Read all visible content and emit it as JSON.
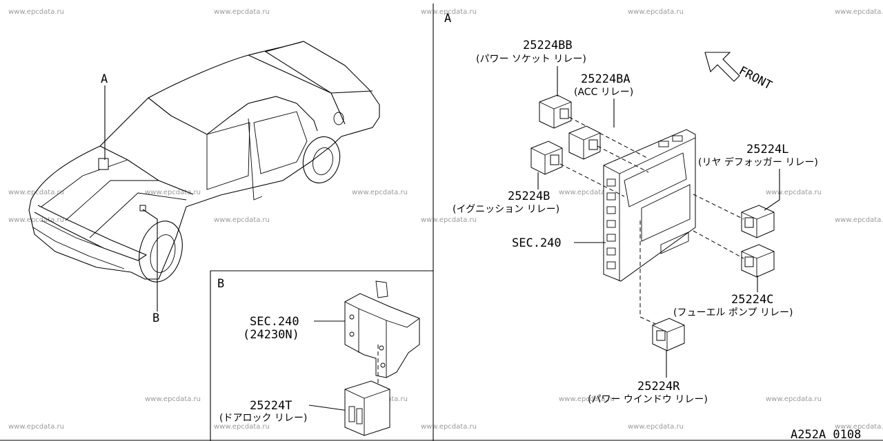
{
  "watermark": "www.epcdata.ru",
  "diagram_code": "A252A 0108",
  "views": {
    "car": {
      "label_a": "A",
      "label_b": "B"
    },
    "detail_b": {
      "title": "B",
      "sec_label": "SEC.240",
      "sec_sub": "(24230N)",
      "relay_code": "25224T",
      "relay_name": "(ドアロック リレー)"
    },
    "detail_a": {
      "title": "A",
      "front_label": "FRONT",
      "sec_label": "SEC.240",
      "relays": [
        {
          "code": "25224BB",
          "name": "(パワー ソケット リレー)"
        },
        {
          "code": "25224BA",
          "name": "(ACC リレー)"
        },
        {
          "code": "25224B",
          "name": "(イグニッション リレー)"
        },
        {
          "code": "25224L",
          "name": "(リヤ デフォッガー リレー)"
        },
        {
          "code": "25224C",
          "name": "(フューエル ポンプ リレー)"
        },
        {
          "code": "25224R",
          "name": "(パワー ウインドウ リレー)"
        }
      ]
    }
  }
}
